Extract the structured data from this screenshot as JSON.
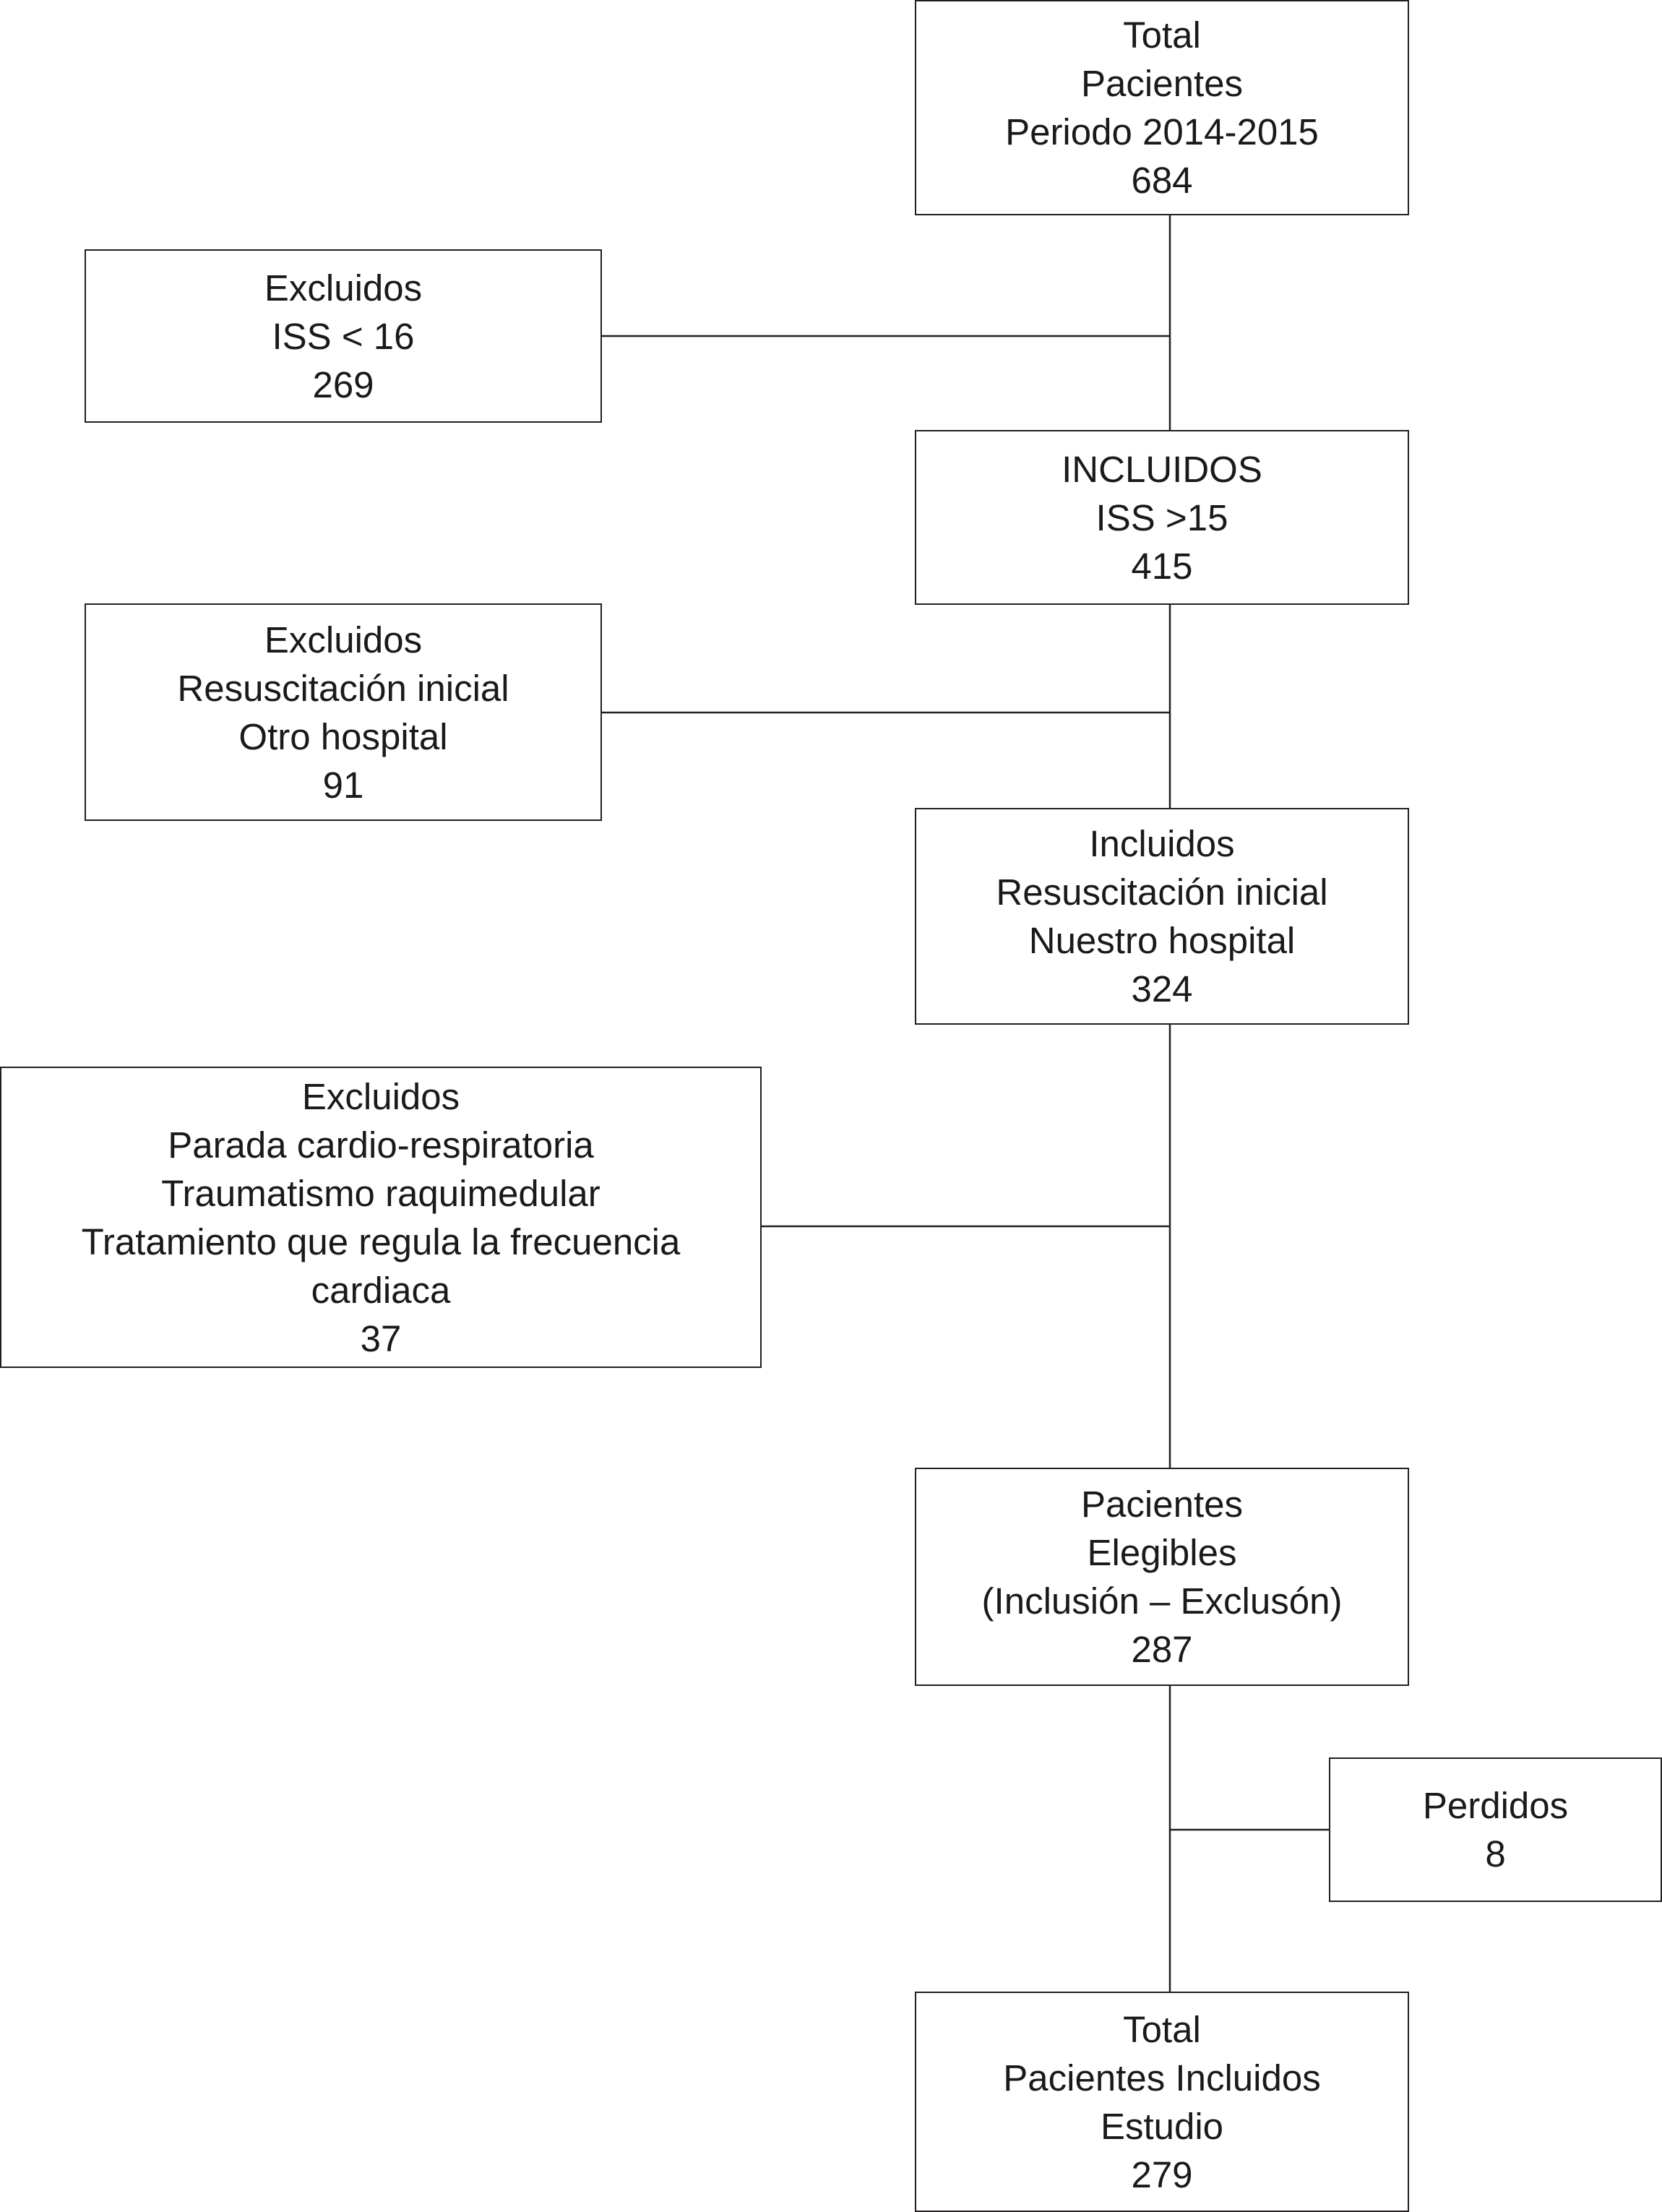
{
  "flowchart": {
    "total": [
      "Total",
      "Pacientes",
      "Periodo 2014-2015",
      "684"
    ],
    "excluded_iss": [
      "Excluidos",
      "ISS < 16",
      "269"
    ],
    "included_iss": [
      "INCLUIDOS",
      "ISS >15",
      "415"
    ],
    "excluded_other_hospital": [
      "Excluidos",
      "Resuscitación inicial",
      "Otro hospital",
      "91"
    ],
    "included_our_hospital": [
      "Incluidos",
      "Resuscitación inicial",
      "Nuestro hospital",
      "324"
    ],
    "excluded_conditions": [
      "Excluidos",
      "Parada cardio-respiratoria",
      "Traumatismo raquimedular",
      "Tratamiento que regula la frecuencia",
      "cardiaca",
      "37"
    ],
    "eligible": [
      "Pacientes",
      "Elegibles",
      "(Inclusión – Exclusón)",
      "287"
    ],
    "lost": [
      "Perdidos",
      "8"
    ],
    "final": [
      "Total",
      "Pacientes Incluidos",
      "Estudio",
      "279"
    ]
  }
}
